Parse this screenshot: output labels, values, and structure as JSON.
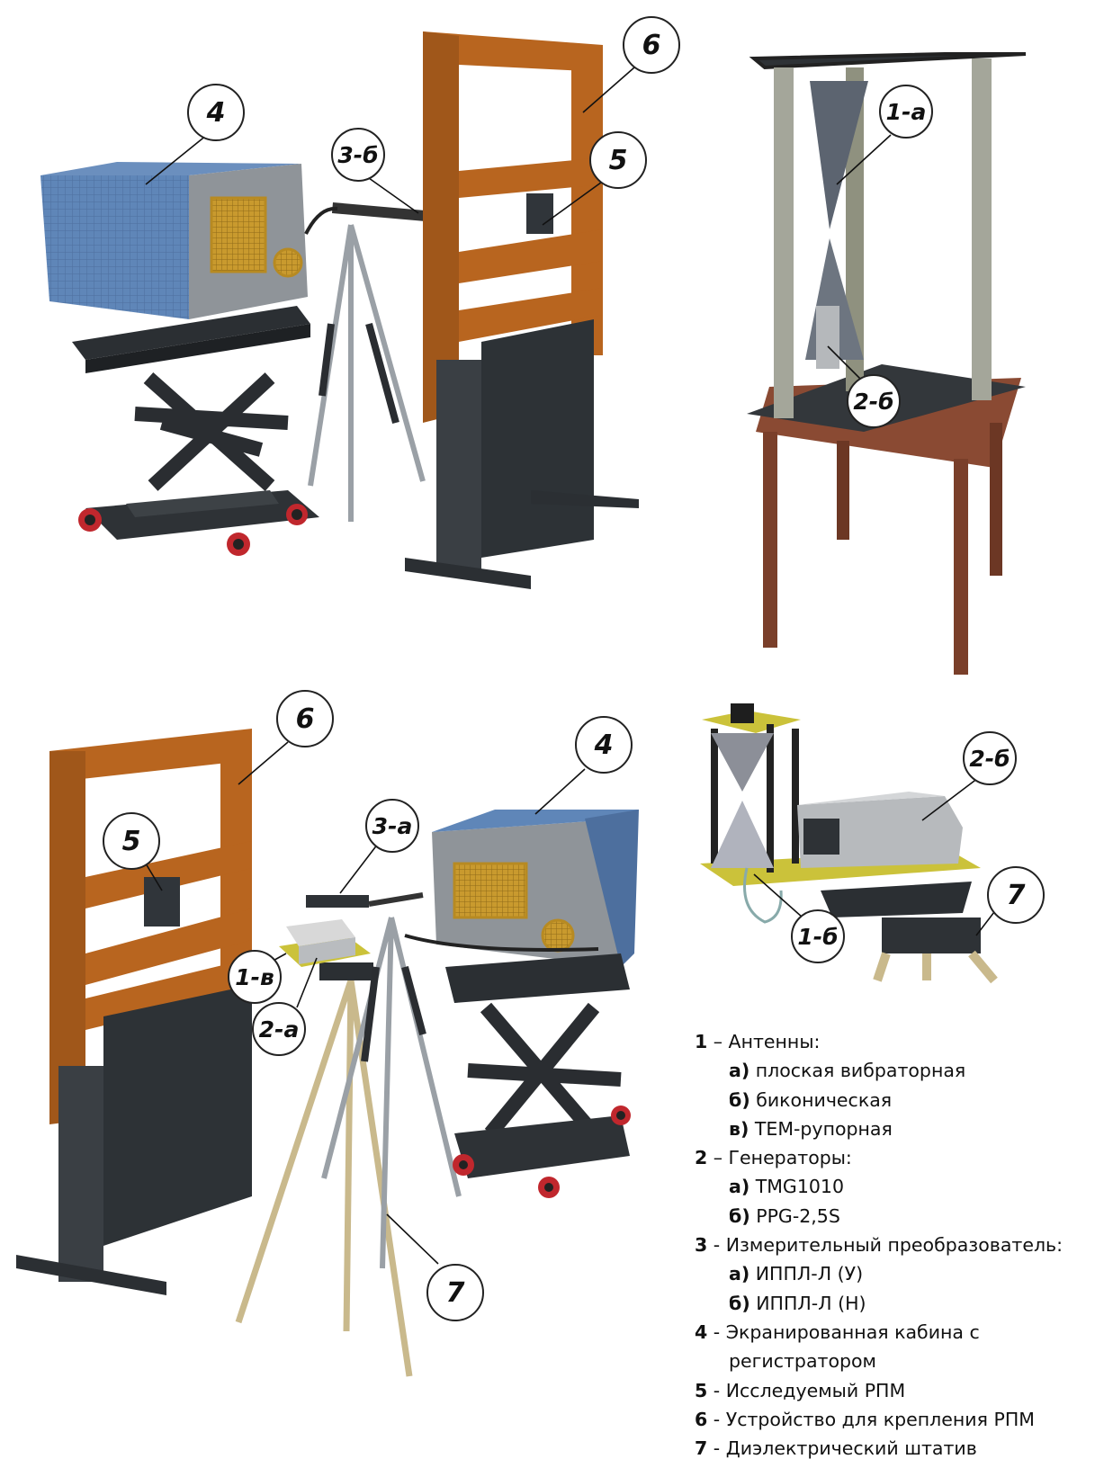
{
  "callouts": [
    {
      "id": "c4-top",
      "text": "4"
    },
    {
      "id": "c6-top",
      "text": "6"
    },
    {
      "id": "c5-top",
      "text": "5"
    },
    {
      "id": "c3b",
      "text": "3-б"
    },
    {
      "id": "c1a",
      "text": "1-а"
    },
    {
      "id": "c2b-top",
      "text": "2-б"
    },
    {
      "id": "c6-bot",
      "text": "6"
    },
    {
      "id": "c4-bot",
      "text": "4"
    },
    {
      "id": "c5-bot",
      "text": "5"
    },
    {
      "id": "c3a",
      "text": "3-а"
    },
    {
      "id": "c1v",
      "text": "1-в"
    },
    {
      "id": "c2a",
      "text": "2-а"
    },
    {
      "id": "c7-bot",
      "text": "7"
    },
    {
      "id": "c2b-bot",
      "text": "2-б"
    },
    {
      "id": "c1b",
      "text": "1-б"
    },
    {
      "id": "c7-right",
      "text": "7"
    }
  ],
  "legend": {
    "item1": {
      "num": "1",
      "text": " – Антенны:"
    },
    "item1a": {
      "key": "а)",
      "text": " плоская вибраторная"
    },
    "item1b": {
      "key": "б)",
      "text": " биконическая"
    },
    "item1v": {
      "key": "в)",
      "text": " ТЕМ-рупорная"
    },
    "item2": {
      "num": "2",
      "text": " – Генераторы:"
    },
    "item2a": {
      "key": "а)",
      "text": " TMG1010"
    },
    "item2b": {
      "key": "б)",
      "text": " PPG-2,5S"
    },
    "item3": {
      "num": "3",
      "text": " - Измерительный преобразователь:"
    },
    "item3a": {
      "key": "а)",
      "text": " ИППЛ-Л (У)"
    },
    "item3b": {
      "key": "б)",
      "text": " ИППЛ-Л (Н)"
    },
    "item4": {
      "num": "4",
      "text": " - Экранированная кабина с"
    },
    "item4cont": {
      "text": "регистратором"
    },
    "item5": {
      "num": "5",
      "text": " - Исследуемый РПМ"
    },
    "item6": {
      "num": "6",
      "text": " - Устройство для крепления РПМ"
    },
    "item7": {
      "num": "7",
      "text": " - Диэлектрический штатив"
    }
  },
  "colors": {
    "frame_wood": "#b8651f",
    "frame_dark": "#8a4a16",
    "cabin_blue": "#5f86b8",
    "cabin_grey": "#8f9499",
    "metal_dark": "#2e3236",
    "table_brown": "#8a4a33",
    "platform_yellow": "#cbc23a",
    "tripod_beige": "#c9b98c"
  }
}
